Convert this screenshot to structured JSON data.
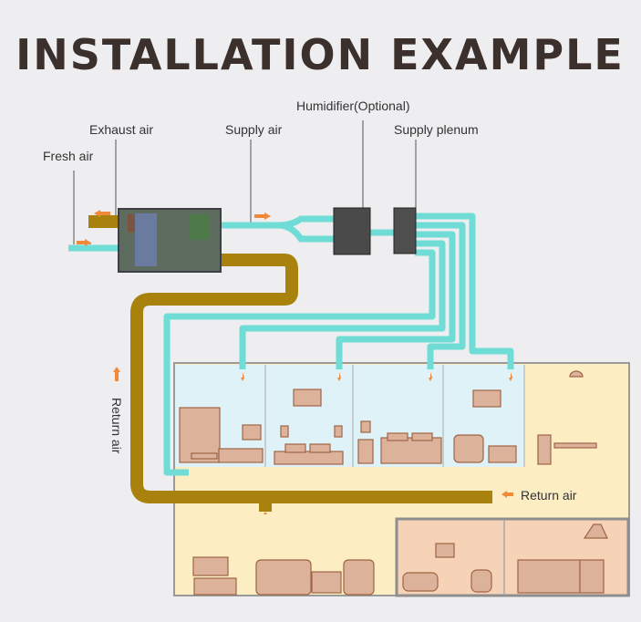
{
  "title": "INSTALLATION EXAMPLE",
  "labels": {
    "fresh_air": "Fresh air",
    "exhaust_air": "Exhaust air",
    "supply_air": "Supply air",
    "humidifier": "Humidifier(Optional)",
    "supply_plenum": "Supply plenum",
    "return_air_vertical": "Return air",
    "return_air_right": "Return air"
  },
  "colors": {
    "supply_duct": "#6fdcd5",
    "return_duct": "#a8820c",
    "arrow": "#f08a3a",
    "upper_rooms": "#dff2f8",
    "building": "#fcedc2",
    "service_rooms": "#f6d3b6"
  }
}
